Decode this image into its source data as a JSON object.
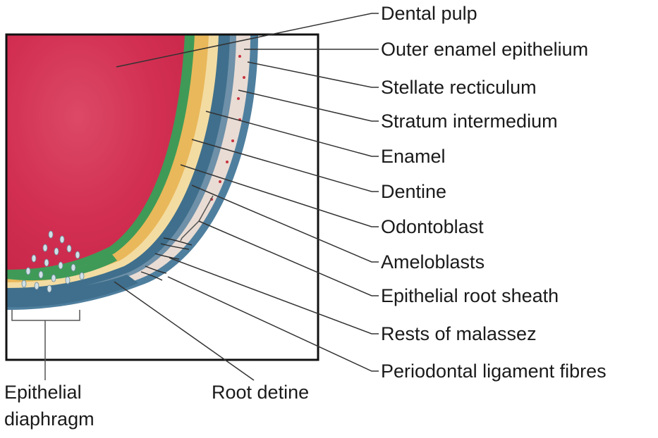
{
  "labels": {
    "dental_pulp": "Dental pulp",
    "outer_enamel_epithelium": "Outer enamel epithelium",
    "stellate_reticulum": "Stellate recticulum",
    "stratum_intermedium": "Stratum intermedium",
    "enamel": "Enamel",
    "dentine": "Dentine",
    "odontoblast": "Odontoblast",
    "ameloblasts": "Ameloblasts",
    "epithelial_root_sheath": "Epithelial root sheath",
    "rests_of_malassez": "Rests of malassez",
    "periodontal_ligament_fibres": "Periodontal ligament fibres",
    "epithelial_diaphragm_line1": "Epithelial",
    "epithelial_diaphragm_line2": "diaphragm",
    "root_dentine": "Root detine"
  },
  "colors": {
    "pulp": "#d22f52",
    "pulp_light": "#e26a86",
    "dentine": "#e9b85a",
    "enamel": "#f3dca2",
    "odontoblast": "#3f9a57",
    "ameloblast": "#3f6f8c",
    "stellate": "#e9dcd4",
    "outer_epithelium": "#4f7f9e",
    "line": "#333333",
    "frame": "#111111"
  }
}
